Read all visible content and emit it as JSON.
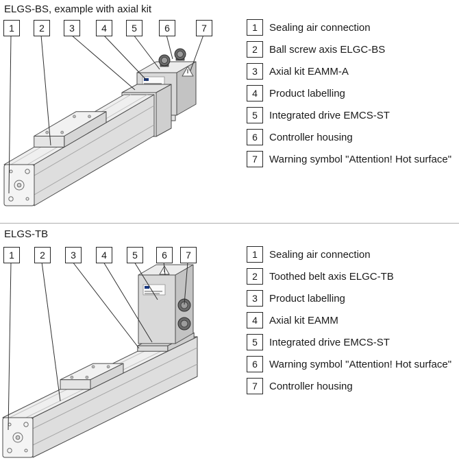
{
  "colors": {
    "line": "#4a4a4a",
    "leader": "#2f2f2f",
    "label_blue": "#16357f",
    "divider": "#adadad"
  },
  "icons": {
    "warning_symbol": "warning-triangle",
    "connector": "round-m8-connector"
  },
  "sections": [
    {
      "title": "ELGS-BS, example with axial kit",
      "callouts": [
        "1",
        "2",
        "3",
        "4",
        "5",
        "6",
        "7"
      ],
      "legend": [
        {
          "num": "1",
          "label": "Sealing air connection"
        },
        {
          "num": "2",
          "label": "Ball screw axis ELGC-BS"
        },
        {
          "num": "3",
          "label": "Axial kit EAMM-A"
        },
        {
          "num": "4",
          "label": "Product labelling"
        },
        {
          "num": "5",
          "label": "Integrated drive EMCS-ST"
        },
        {
          "num": "6",
          "label": "Controller housing"
        },
        {
          "num": "7",
          "label": "Warning symbol \"Attention! Hot surface\""
        }
      ]
    },
    {
      "title": "ELGS-TB",
      "callouts": [
        "1",
        "2",
        "3",
        "4",
        "5",
        "6",
        "7"
      ],
      "legend": [
        {
          "num": "1",
          "label": "Sealing air connection"
        },
        {
          "num": "2",
          "label": "Toothed belt axis ELGC-TB"
        },
        {
          "num": "3",
          "label": "Product labelling"
        },
        {
          "num": "4",
          "label": "Axial kit EAMM"
        },
        {
          "num": "5",
          "label": "Integrated drive EMCS-ST"
        },
        {
          "num": "6",
          "label": "Warning symbol \"Attention! Hot surface\""
        },
        {
          "num": "7",
          "label": "Controller housing"
        }
      ]
    }
  ]
}
